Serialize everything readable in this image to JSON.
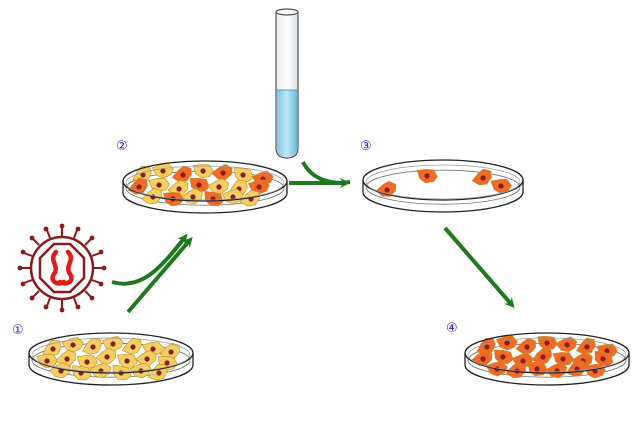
{
  "steps": [
    {
      "label": "①"
    },
    {
      "label": "②"
    },
    {
      "label": "③"
    },
    {
      "label": "④"
    }
  ],
  "colors": {
    "arrow": "#1f7a1f",
    "normal_cell": "#f2cf63",
    "transformed_cell": "#f06a28",
    "nucleus": "#8a1d1d",
    "virus": "#8b1a1a",
    "virus_dna": "#e11a1a",
    "pipette_liquid": "#8fd3ee",
    "dish_outline": "#222222"
  },
  "icons": [
    "virus-icon",
    "pipette-icon",
    "petri-dish-icon",
    "arrow-icon"
  ]
}
